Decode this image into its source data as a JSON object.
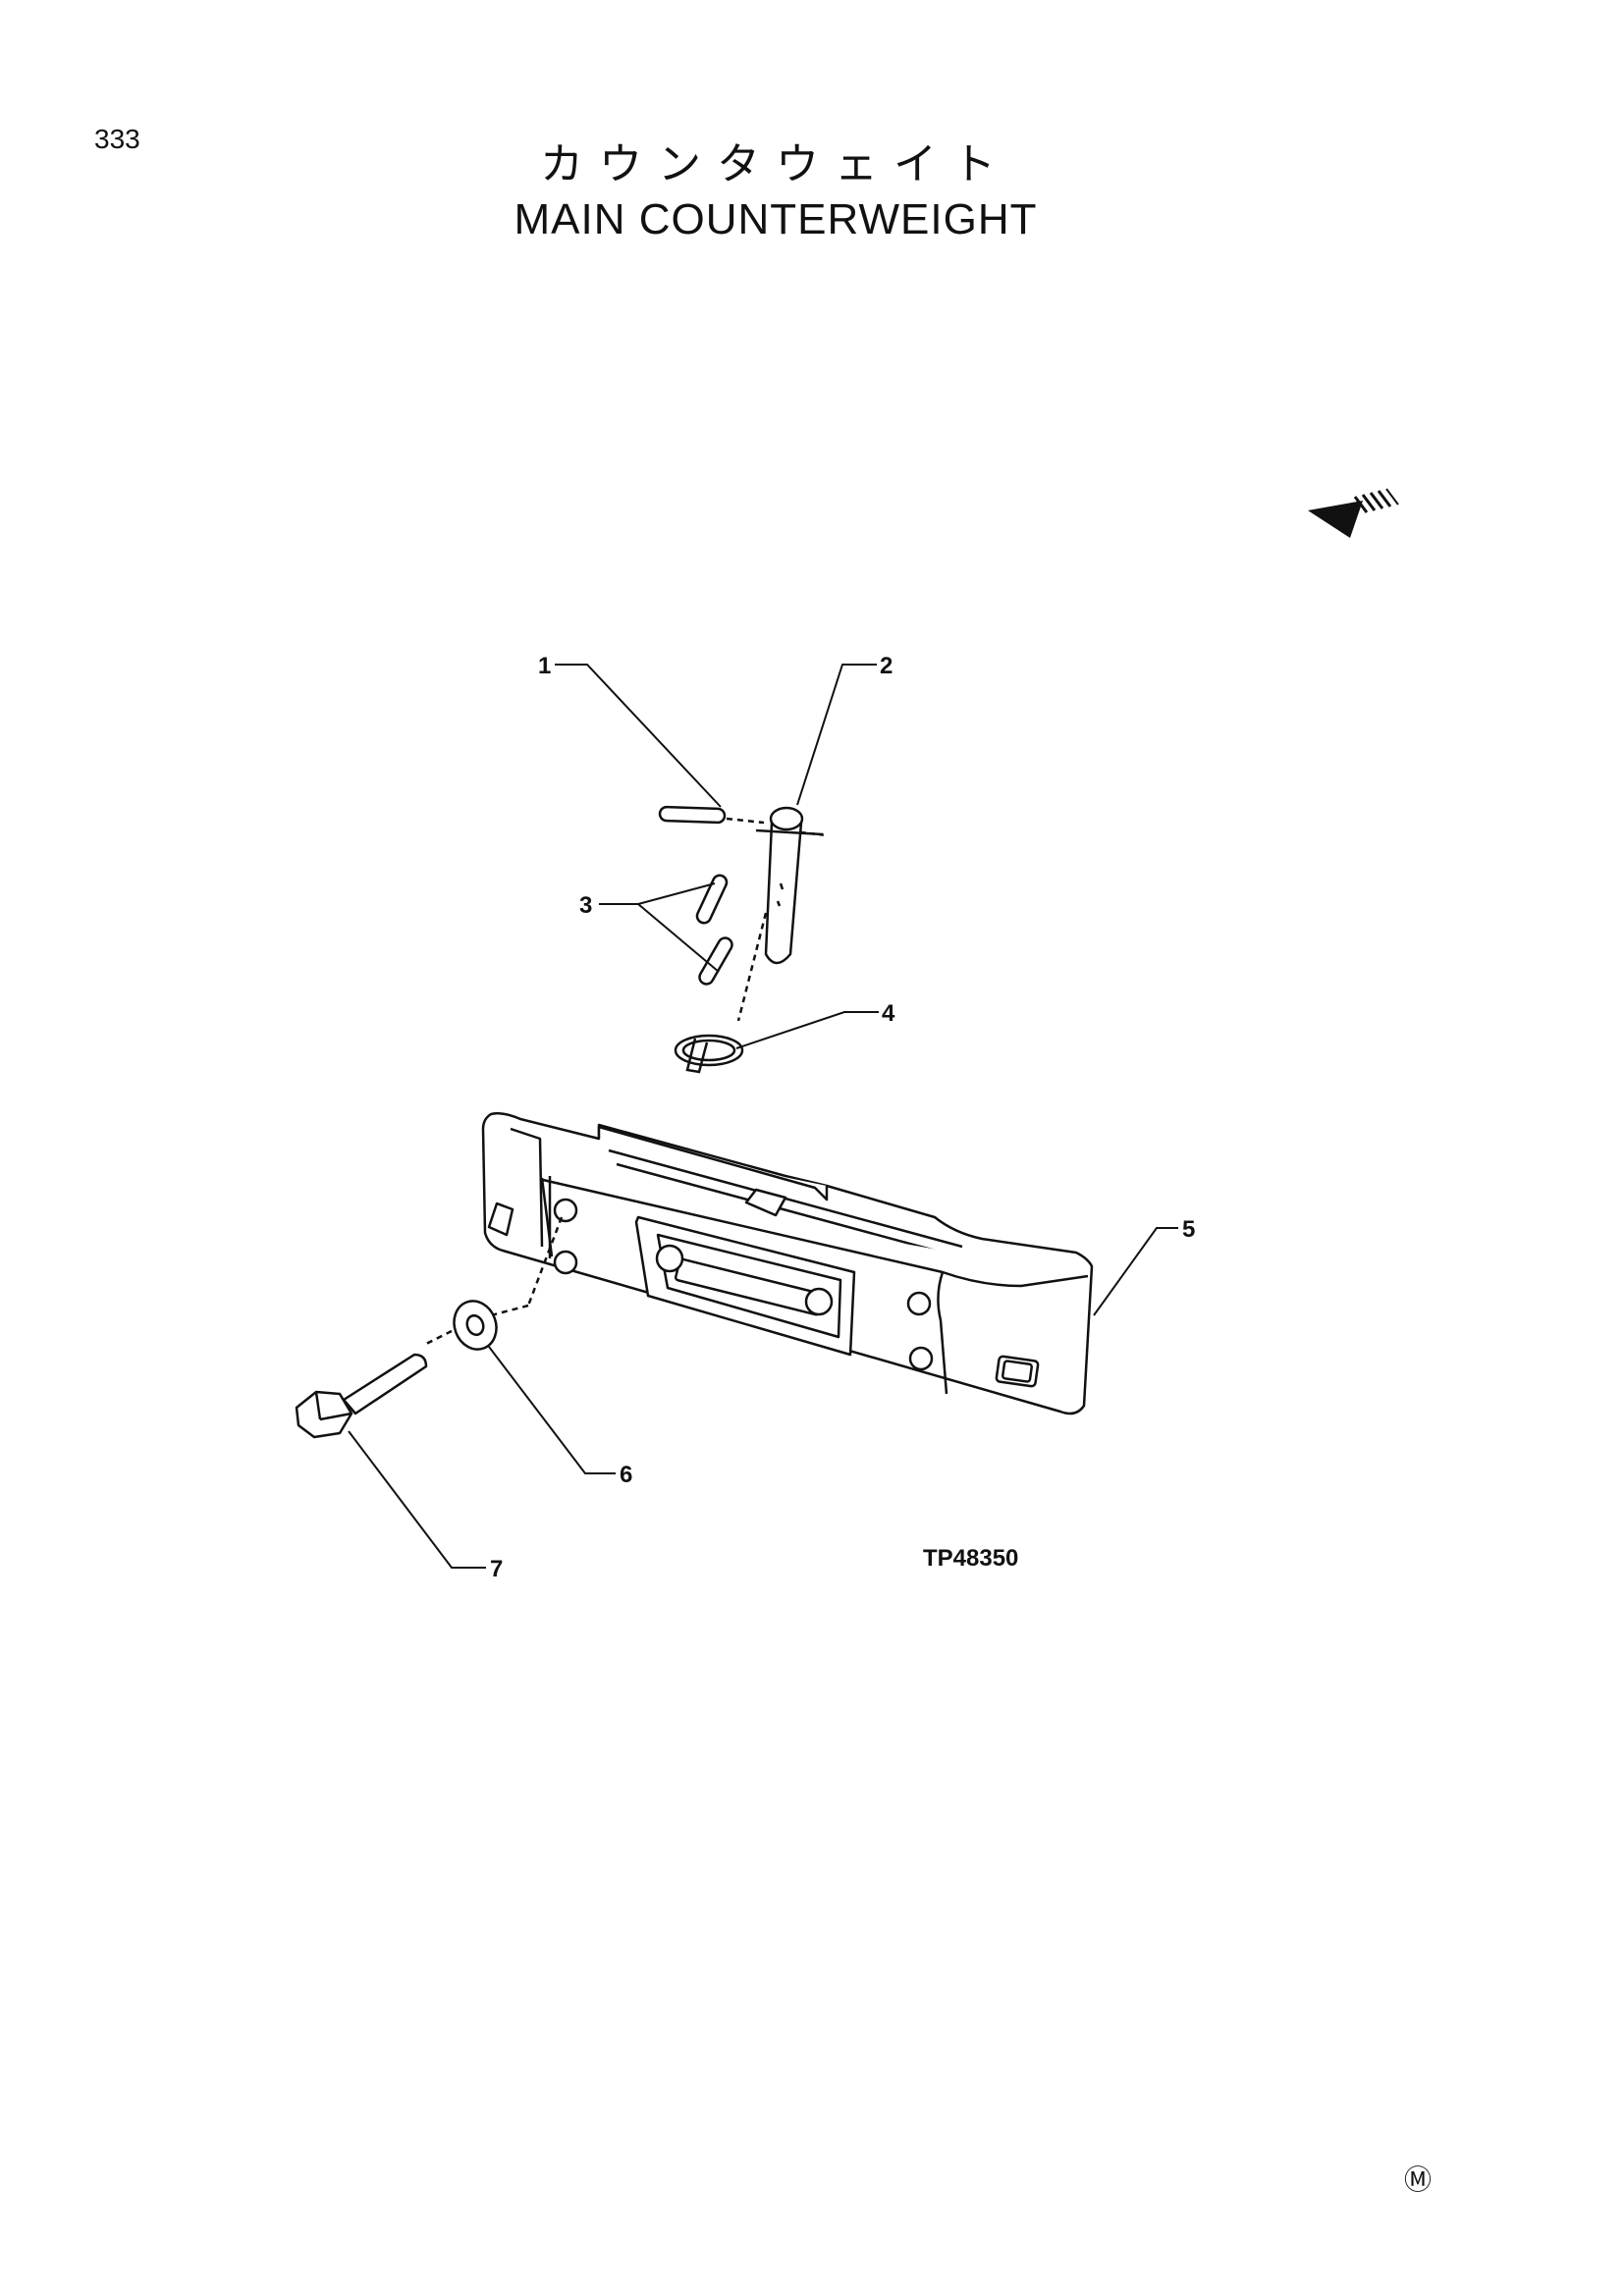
{
  "page": {
    "number": "333"
  },
  "title": {
    "japanese": "カウンタウェイト",
    "english": "MAIN COUNTERWEIGHT"
  },
  "diagram": {
    "code": "TP48350",
    "callouts": [
      "1",
      "2",
      "3",
      "4",
      "5",
      "6",
      "7"
    ],
    "corner_mark": "Ⓜ",
    "icons": [
      "direction-arrow-icon"
    ]
  }
}
